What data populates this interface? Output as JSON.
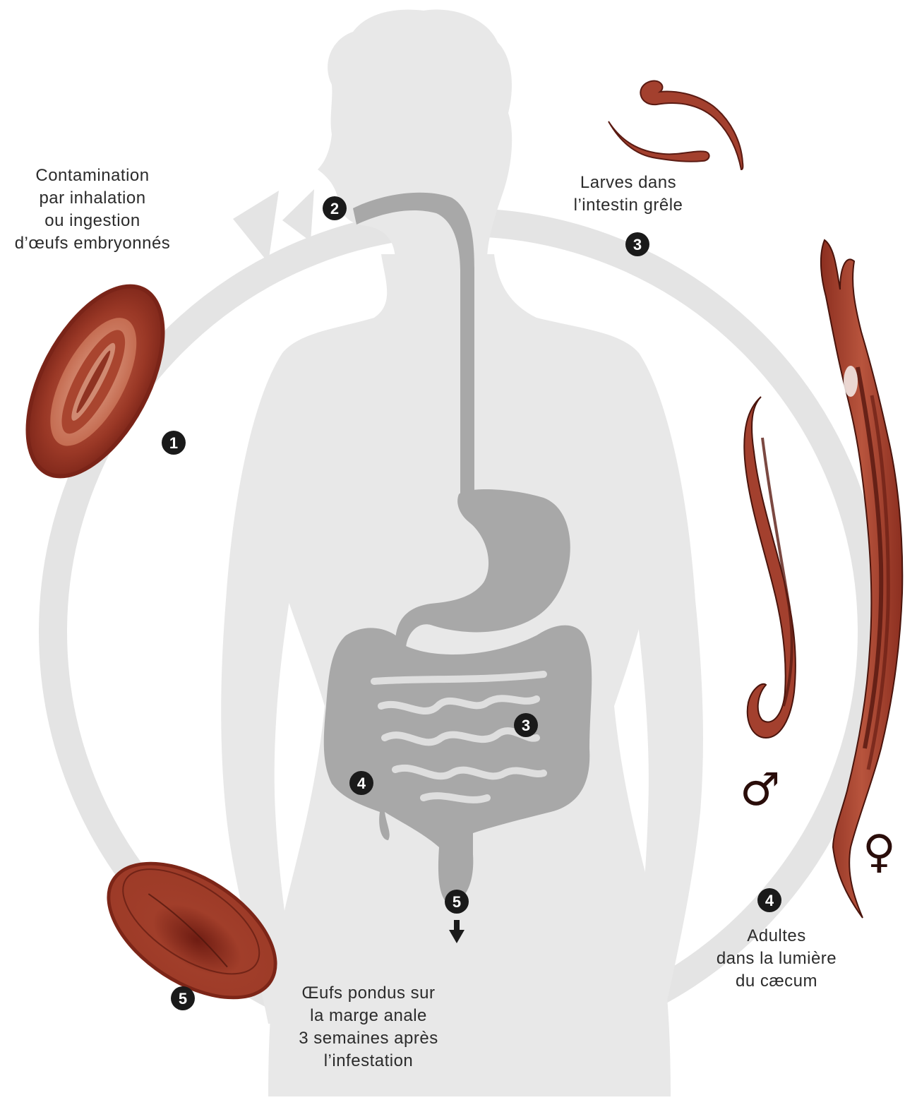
{
  "labels": {
    "contamination": [
      "Contamination",
      "par inhalation",
      "ou ingestion",
      "d’œufs embryonnés"
    ],
    "larves": [
      "Larves dans",
      "l’intestin grêle"
    ],
    "adultes": [
      "Adultes",
      "dans la lumière",
      "du cæcum"
    ],
    "oeufs": [
      "Œufs pondus sur",
      "la marge anale",
      "3 semaines après",
      "l’infestation"
    ]
  },
  "steps": {
    "outer": [
      "1",
      "2",
      "3",
      "4",
      "5"
    ],
    "inner": [
      "3",
      "4",
      "5"
    ]
  },
  "symbols": {
    "male": "♂",
    "female": "♀"
  },
  "colors": {
    "silhouette": "#e8e8e8",
    "cycle_arrow": "#e3e3e3",
    "digestive": "#a8a8a8",
    "worm": "#a3402e",
    "worm_dark": "#5a1a12",
    "egg_light": "#d98a70",
    "badge": "#1a1a1a"
  }
}
